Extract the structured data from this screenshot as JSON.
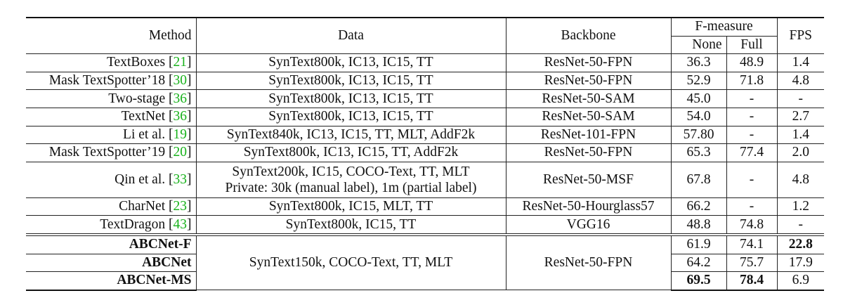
{
  "header": {
    "method": "Method",
    "data": "Data",
    "backbone": "Backbone",
    "fmeasure": "F-measure",
    "none": "None",
    "full": "Full",
    "fps": "FPS"
  },
  "rows": [
    {
      "method": "TextBoxes [",
      "ref": "21",
      "data": "SynText800k, IC13, IC15, TT",
      "backbone": "ResNet-50-FPN",
      "none": "36.3",
      "full": "48.9",
      "fps": "1.4"
    },
    {
      "method": "Mask TextSpotter’18 [",
      "ref": "30",
      "data": "SynText800k, IC13, IC15, TT",
      "backbone": "ResNet-50-FPN",
      "none": "52.9",
      "full": "71.8",
      "fps": "4.8"
    },
    {
      "method": "Two-stage [",
      "ref": "36",
      "data": "SynText800k, IC13, IC15, TT",
      "backbone": "ResNet-50-SAM",
      "none": "45.0",
      "full": "-",
      "fps": "-"
    },
    {
      "method": "TextNet [",
      "ref": "36",
      "data": "SynText800k, IC13, IC15, TT",
      "backbone": "ResNet-50-SAM",
      "none": "54.0",
      "full": "-",
      "fps": "2.7"
    },
    {
      "method": "Li et al. [",
      "ref": "19",
      "data": "SynText840k, IC13, IC15, TT, MLT, AddF2k",
      "backbone": "ResNet-101-FPN",
      "none": "57.80",
      "full": "-",
      "fps": "1.4"
    },
    {
      "method": "Mask TextSpotter’19 [",
      "ref": "20",
      "data": "SynText800k, IC13, IC15, TT, AddF2k",
      "backbone": "ResNet-50-FPN",
      "none": "65.3",
      "full": "77.4",
      "fps": "2.0"
    },
    {
      "method": "Qin et al. [",
      "ref": "33",
      "data": "SynText200k, IC15, COCO-Text, TT, MLT",
      "data2": "Private: 30k (manual label), 1m (partial label)",
      "backbone": "ResNet-50-MSF",
      "none": "67.8",
      "full": "-",
      "fps": "4.8"
    },
    {
      "method": "CharNet [",
      "ref": "23",
      "data": "SynText800k, IC15, MLT, TT",
      "backbone": "ResNet-50-Hourglass57",
      "none": "66.2",
      "full": "-",
      "fps": "1.2"
    },
    {
      "method": "TextDragon [",
      "ref": "43",
      "data": "SynText800k, IC15, TT",
      "backbone": "VGG16",
      "none": "48.8",
      "full": "74.8",
      "fps": "-"
    }
  ],
  "ours": {
    "data": "SynText150k, COCO-Text, TT, MLT",
    "backbone": "ResNet-50-FPN",
    "rows": [
      {
        "method": "ABCNet-F",
        "none": "61.9",
        "full": "74.1",
        "fps": "22.8"
      },
      {
        "method": "ABCNet",
        "none": "64.2",
        "full": "75.7",
        "fps": "17.9"
      },
      {
        "method": "ABCNet-MS",
        "none": "69.5",
        "full": "78.4",
        "fps": "6.9"
      }
    ]
  }
}
